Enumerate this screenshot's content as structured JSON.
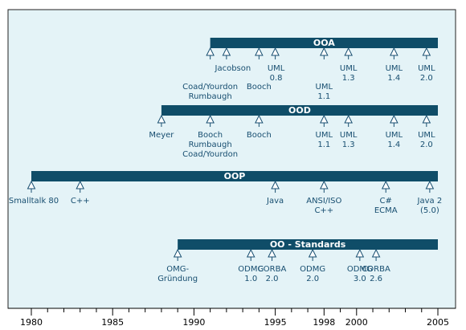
{
  "timeline": {
    "start_year": 1980,
    "end_year": 2005,
    "year_labels": [
      "1980",
      "1985",
      "1990",
      "1995",
      "1998",
      "2000",
      "2005"
    ],
    "year_label_values": [
      1980,
      1985,
      1990,
      1995,
      1998,
      2000,
      2005
    ]
  },
  "bands": [
    {
      "id": "ooa",
      "label": "OOA",
      "start": 1991,
      "end": 2005,
      "events": [
        {
          "year": 1991,
          "lines": [
            "Coad/Yourdon",
            "Rumbaugh"
          ],
          "level": 3
        },
        {
          "year": 1992,
          "lines": [
            "Jacobson"
          ],
          "level": 1
        },
        {
          "year": 1994,
          "lines": [
            "Booch"
          ],
          "level": 3
        },
        {
          "year": 1995,
          "lines": [
            "UML",
            "0.8"
          ],
          "level": 2
        },
        {
          "year": 1998,
          "lines": [
            "UML",
            "1.1"
          ],
          "level": 4
        },
        {
          "year": 1999.5,
          "lines": [
            "UML",
            "1.3"
          ],
          "level": 2
        },
        {
          "year": 2002.3,
          "lines": [
            "UML",
            "1.4"
          ],
          "level": 2
        },
        {
          "year": 2004.3,
          "lines": [
            "UML",
            "2.0"
          ],
          "level": 2
        }
      ]
    },
    {
      "id": "ood",
      "label": "OOD",
      "start": 1988,
      "end": 2005,
      "events": [
        {
          "year": 1988,
          "lines": [
            "Meyer"
          ],
          "level": 1
        },
        {
          "year": 1991,
          "lines": [
            "Booch",
            "Rumbaugh",
            "Coad/Yourdon"
          ],
          "level": 1
        },
        {
          "year": 1994,
          "lines": [
            "Booch"
          ],
          "level": 1
        },
        {
          "year": 1998,
          "lines": [
            "UML",
            "1.1"
          ],
          "level": 1
        },
        {
          "year": 1999.5,
          "lines": [
            "UML",
            "1.3"
          ],
          "level": 1
        },
        {
          "year": 2002.3,
          "lines": [
            "UML",
            "1.4"
          ],
          "level": 1
        },
        {
          "year": 2004.3,
          "lines": [
            "UML",
            "2.0"
          ],
          "level": 1
        }
      ]
    },
    {
      "id": "oop",
      "label": "OOP",
      "start": 1980,
      "end": 2005,
      "events": [
        {
          "year": 1980,
          "lines": [
            "Smalltalk 80"
          ],
          "level": 1
        },
        {
          "year": 1983,
          "lines": [
            "C++"
          ],
          "level": 1
        },
        {
          "year": 1995,
          "lines": [
            "Java"
          ],
          "level": 1
        },
        {
          "year": 1998,
          "lines": [
            "ANSI/ISO",
            "C++"
          ],
          "level": 1
        },
        {
          "year": 2001.8,
          "lines": [
            "C#",
            "ECMA"
          ],
          "level": 1
        },
        {
          "year": 2004.5,
          "lines": [
            "Java 2",
            "(5.0)"
          ],
          "level": 1
        }
      ]
    },
    {
      "id": "oo-standards",
      "label": "OO - Standards",
      "start": 1989,
      "end": 2005,
      "events": [
        {
          "year": 1989,
          "lines": [
            "OMG-",
            "Gründung"
          ],
          "level": 1
        },
        {
          "year": 1993.5,
          "lines": [
            "ODMG",
            "1.0"
          ],
          "level": 1
        },
        {
          "year": 1994.8,
          "lines": [
            "CORBA",
            "2.0"
          ],
          "level": 3
        },
        {
          "year": 1997.3,
          "lines": [
            "ODMG",
            "2.0"
          ],
          "level": 1
        },
        {
          "year": 2000.2,
          "lines": [
            "ODMG",
            "3.0"
          ],
          "level": 1
        },
        {
          "year": 2001.2,
          "lines": [
            "CORBA",
            "2.6"
          ],
          "level": 3
        }
      ]
    }
  ]
}
